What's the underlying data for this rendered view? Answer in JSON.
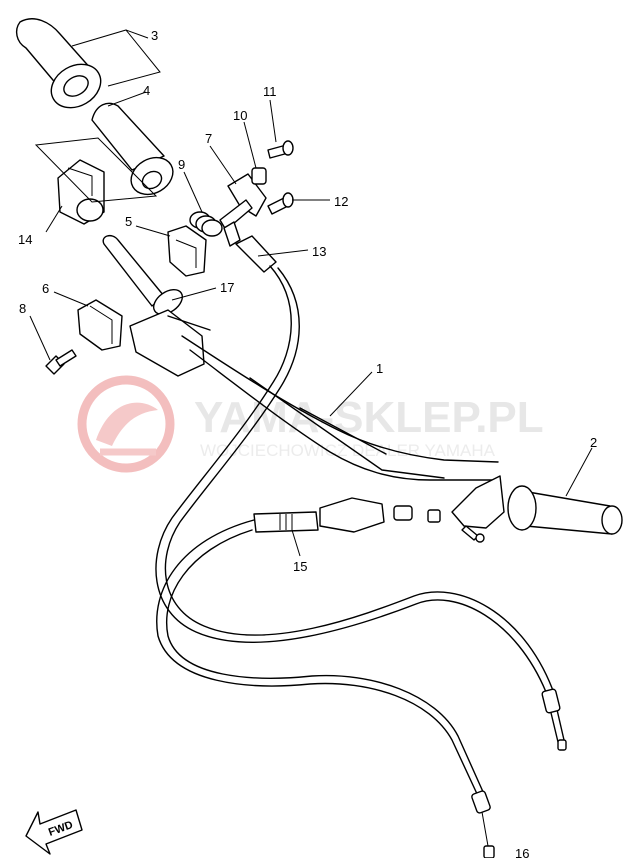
{
  "diagram": {
    "callouts": [
      "1",
      "2",
      "3",
      "4",
      "5",
      "6",
      "7",
      "8",
      "9",
      "10",
      "11",
      "12",
      "13",
      "14",
      "15",
      "16",
      "17"
    ],
    "fwd_label": "FWD"
  },
  "watermark": {
    "title": "YAMA-SKLEP.PL",
    "subtitle": "WOJCIECHOWICZ DEALER YAMAHA",
    "color": "#f2b8b8"
  }
}
